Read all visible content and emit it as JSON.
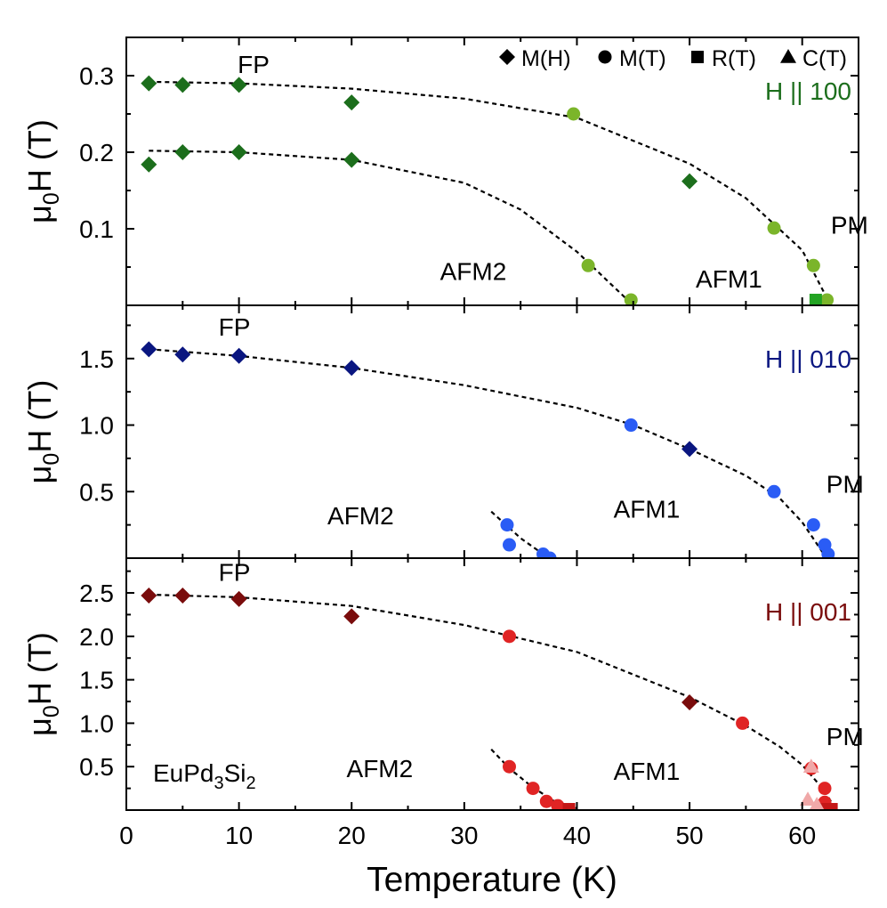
{
  "figure": {
    "xlabel": "Temperature (K)",
    "x_ticks": [
      0,
      10,
      20,
      30,
      40,
      50,
      60
    ],
    "xlim": [
      0,
      65
    ]
  },
  "legend": {
    "items": [
      {
        "symbol": "diamond",
        "label": "M(H)"
      },
      {
        "symbol": "circle",
        "label": "M(T)"
      },
      {
        "symbol": "square",
        "label": "R(T)"
      },
      {
        "symbol": "triangle",
        "label": "C(T)"
      }
    ]
  },
  "colors": {
    "100_dark": "#1c6e1c",
    "100_light": "#7bb52a",
    "100_square": "#22a322",
    "010_dark": "#0a1680",
    "010_light": "#2a5cf5",
    "001_dark": "#7a0c0c",
    "001_light": "#e02424",
    "001_square": "#c41616",
    "001_triangle": "#f0a8a8"
  },
  "chart_data": [
    {
      "type": "scatter",
      "ylabel": "μ0H (T)",
      "direction_label": "H || 100",
      "label_color": "#1c6e1c",
      "ylim": [
        0,
        0.35
      ],
      "y_ticks": [
        0.1,
        0.2,
        0.3
      ],
      "y_tick_labels": [
        "0.1",
        "0.2",
        "0.3"
      ],
      "phase_labels": [
        {
          "text": "FP",
          "x": 11.3,
          "y": 0.315
        },
        {
          "text": "AFM2",
          "x": 30.8,
          "y": 0.045
        },
        {
          "text": "AFM1",
          "x": 53.5,
          "y": 0.035
        },
        {
          "text": "PM",
          "x": 64.2,
          "y": 0.105
        }
      ],
      "series": [
        {
          "symbol": "diamond",
          "color": "#1c6e1c",
          "points": [
            [
              2,
              0.29
            ],
            [
              5,
              0.288
            ],
            [
              10,
              0.288
            ],
            [
              20,
              0.265
            ],
            [
              50,
              0.162
            ],
            [
              2,
              0.184
            ],
            [
              5,
              0.2
            ],
            [
              10,
              0.2
            ],
            [
              20,
              0.19
            ]
          ]
        },
        {
          "symbol": "circle",
          "color": "#7bb52a",
          "points": [
            [
              39.7,
              0.25
            ],
            [
              57.5,
              0.101
            ],
            [
              61,
              0.052
            ],
            [
              41,
              0.052
            ],
            [
              44.8,
              0.007
            ],
            [
              62.2,
              0.007
            ]
          ]
        },
        {
          "symbol": "square",
          "color": "#22a322",
          "points": [
            [
              61.2,
              0.007
            ]
          ]
        }
      ],
      "fit_lines": [
        [
          [
            2,
            0.292
          ],
          [
            10,
            0.29
          ],
          [
            20,
            0.283
          ],
          [
            30,
            0.27
          ],
          [
            40,
            0.245
          ],
          [
            50,
            0.185
          ],
          [
            55,
            0.14
          ],
          [
            60,
            0.072
          ],
          [
            62,
            0.015
          ]
        ],
        [
          [
            2,
            0.202
          ],
          [
            10,
            0.2
          ],
          [
            20,
            0.19
          ],
          [
            30,
            0.16
          ],
          [
            35,
            0.125
          ],
          [
            40,
            0.07
          ],
          [
            43,
            0.028
          ],
          [
            45,
            0.0
          ]
        ]
      ]
    },
    {
      "type": "scatter",
      "ylabel": "μ0H (T)",
      "direction_label": "H || 010",
      "label_color": "#0a1680",
      "ylim": [
        0,
        1.9
      ],
      "y_ticks": [
        0.5,
        1.0,
        1.5
      ],
      "y_tick_labels": [
        "0.5",
        "1.0",
        "1.5"
      ],
      "phase_labels": [
        {
          "text": "FP",
          "x": 9.6,
          "y": 1.74
        },
        {
          "text": "AFM2",
          "x": 20.8,
          "y": 0.32
        },
        {
          "text": "AFM1",
          "x": 46.2,
          "y": 0.37
        },
        {
          "text": "PM",
          "x": 63.8,
          "y": 0.56
        }
      ],
      "series": [
        {
          "symbol": "diamond",
          "color": "#0a1680",
          "points": [
            [
              2,
              1.57
            ],
            [
              5,
              1.53
            ],
            [
              10,
              1.52
            ],
            [
              20,
              1.43
            ],
            [
              50,
              0.82
            ]
          ]
        },
        {
          "symbol": "circle",
          "color": "#2a5cf5",
          "points": [
            [
              44.8,
              1.0
            ],
            [
              57.5,
              0.5
            ],
            [
              61,
              0.25
            ],
            [
              62,
              0.1
            ],
            [
              62.3,
              0.03
            ],
            [
              33.8,
              0.25
            ],
            [
              34,
              0.1
            ],
            [
              37,
              0.03
            ],
            [
              37.6,
              0.0
            ]
          ]
        }
      ],
      "fit_lines": [
        [
          [
            2,
            1.57
          ],
          [
            10,
            1.52
          ],
          [
            20,
            1.43
          ],
          [
            30,
            1.3
          ],
          [
            40,
            1.13
          ],
          [
            45,
            1.0
          ],
          [
            50,
            0.82
          ],
          [
            55,
            0.62
          ],
          [
            58,
            0.45
          ],
          [
            60,
            0.27
          ],
          [
            62,
            0.02
          ]
        ],
        [
          [
            32.4,
            0.35
          ],
          [
            35,
            0.15
          ],
          [
            37,
            0.03
          ],
          [
            38,
            0.0
          ]
        ]
      ]
    },
    {
      "type": "scatter",
      "ylabel": "μ0H (T)",
      "direction_label": "H || 001",
      "label_color": "#7a0c0c",
      "ylim": [
        0,
        2.9
      ],
      "y_ticks": [
        0.5,
        1.0,
        1.5,
        2.0,
        2.5
      ],
      "y_tick_labels": [
        "0.5",
        "1.0",
        "1.5",
        "2.0",
        "2.5"
      ],
      "phase_labels": [
        {
          "text": "FP",
          "x": 9.6,
          "y": 2.74
        },
        {
          "text": "AFM2",
          "x": 22.5,
          "y": 0.48
        },
        {
          "text": "AFM1",
          "x": 46.2,
          "y": 0.45
        },
        {
          "text": "PM",
          "x": 63.8,
          "y": 0.85
        }
      ],
      "compound_label": "EuPd3Si2",
      "series": [
        {
          "symbol": "diamond",
          "color": "#7a0c0c",
          "points": [
            [
              2,
              2.47
            ],
            [
              5,
              2.47
            ],
            [
              10,
              2.43
            ],
            [
              20,
              2.23
            ],
            [
              50,
              1.24
            ]
          ]
        },
        {
          "symbol": "circle",
          "color": "#e02424",
          "points": [
            [
              34,
              2.0
            ],
            [
              54.7,
              1.0
            ],
            [
              60.8,
              0.48
            ],
            [
              62,
              0.25
            ],
            [
              34,
              0.5
            ],
            [
              36.1,
              0.25
            ],
            [
              37.3,
              0.1
            ],
            [
              38.3,
              0.05
            ],
            [
              62,
              0.09
            ]
          ]
        },
        {
          "symbol": "square",
          "color": "#c41616",
          "points": [
            [
              39.3,
              0.01
            ],
            [
              61.7,
              0.01
            ],
            [
              62.6,
              0.01
            ]
          ]
        },
        {
          "symbol": "triangle",
          "color": "#f0a8a8",
          "points": [
            [
              60.8,
              0.5
            ],
            [
              60.5,
              0.12
            ],
            [
              61.3,
              0.06
            ]
          ]
        }
      ],
      "fit_lines": [
        [
          [
            2,
            2.48
          ],
          [
            10,
            2.45
          ],
          [
            20,
            2.35
          ],
          [
            30,
            2.13
          ],
          [
            40,
            1.82
          ],
          [
            50,
            1.3
          ],
          [
            55,
            0.97
          ],
          [
            58,
            0.73
          ],
          [
            60,
            0.52
          ],
          [
            62,
            0.22
          ],
          [
            63,
            0.0
          ]
        ],
        [
          [
            32.4,
            0.7
          ],
          [
            34,
            0.48
          ],
          [
            36,
            0.27
          ],
          [
            38,
            0.1
          ],
          [
            40,
            0.02
          ]
        ]
      ]
    }
  ]
}
